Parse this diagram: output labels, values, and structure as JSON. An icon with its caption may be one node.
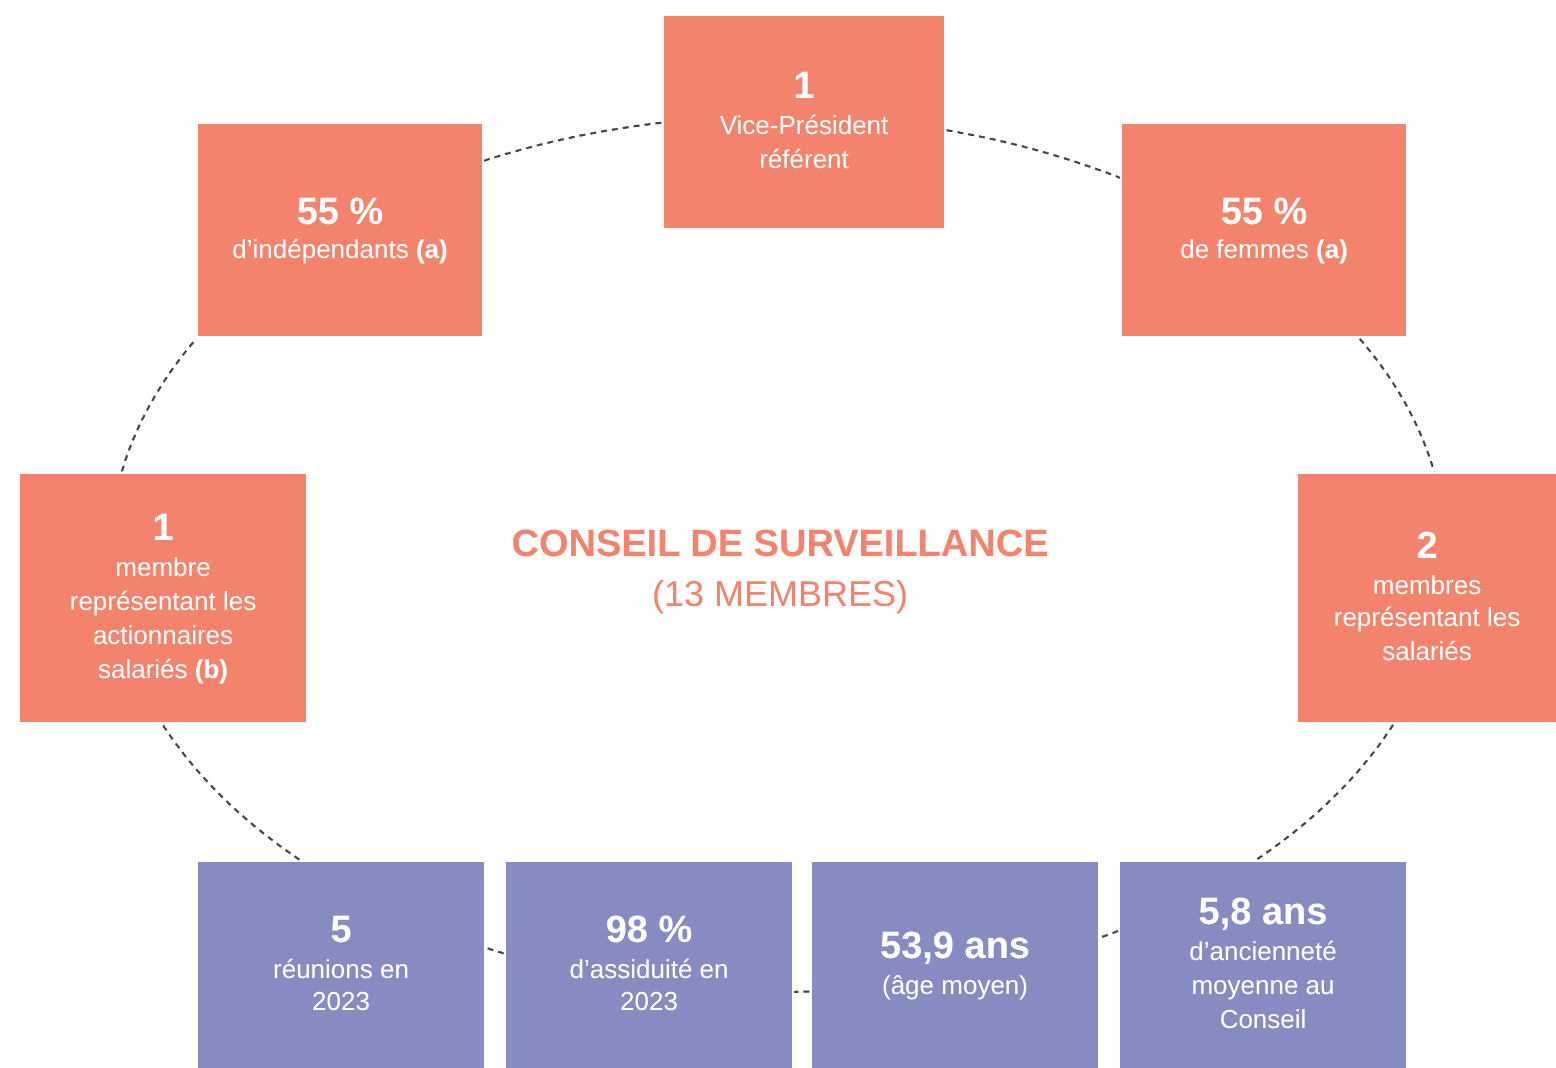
{
  "diagram": {
    "title": "CONSEIL DE SURVEILLANCE",
    "nodes": [
      {
        "text": [
          "1",
          "Vice-Président référent"
        ]
      },
      {
        "text": [
          "55 %",
          "de femmes **(a)**"
        ]
      },
      {
        "text": [
          "2",
          "membres représentant les salariés"
        ]
      },
      {
        "text": [
          "5,8 ans",
          "d’ancienneté moyenne au Conseil"
        ]
      },
      {
        "text": [
          "53,9 ans",
          "(âge moyen)"
        ]
      },
      {
        "text": [
          "98 %",
          "d’assiduité en 2023"
        ]
      },
      {
        "text": [
          "5",
          "réunions en 2023"
        ]
      },
      {
        "text": [
          "1",
          "membre représentant les actionnaires salariés **(b)**"
        ]
      },
      {
        "text": [
          "55 %",
          "d’indépendants **(a)**"
        ]
      }
    ],
    "edges": [
      {
        "from": 0,
        "to": 1,
        "arrow": "none",
        "style": "dashed"
      },
      {
        "from": 1,
        "to": 2,
        "arrow": "none",
        "style": "dashed"
      },
      {
        "from": 2,
        "to": 3,
        "arrow": "none",
        "style": "dashed"
      },
      {
        "from": 3,
        "to": 4,
        "arrow": "none",
        "style": "dashed"
      },
      {
        "from": 4,
        "to": 5,
        "arrow": "none",
        "style": "dashed"
      },
      {
        "from": 5,
        "to": 6,
        "arrow": "none",
        "style": "dashed"
      },
      {
        "from": 6,
        "to": 7,
        "arrow": "none",
        "style": "dashed"
      },
      {
        "from": 7,
        "to": 8,
        "arrow": "none",
        "style": "dashed"
      },
      {
        "from": 8,
        "to": 0,
        "arrow": "none",
        "style": "dashed"
      }
    ],
    "labels": [
      "(13 MEMBRES)"
    ]
  }
}
